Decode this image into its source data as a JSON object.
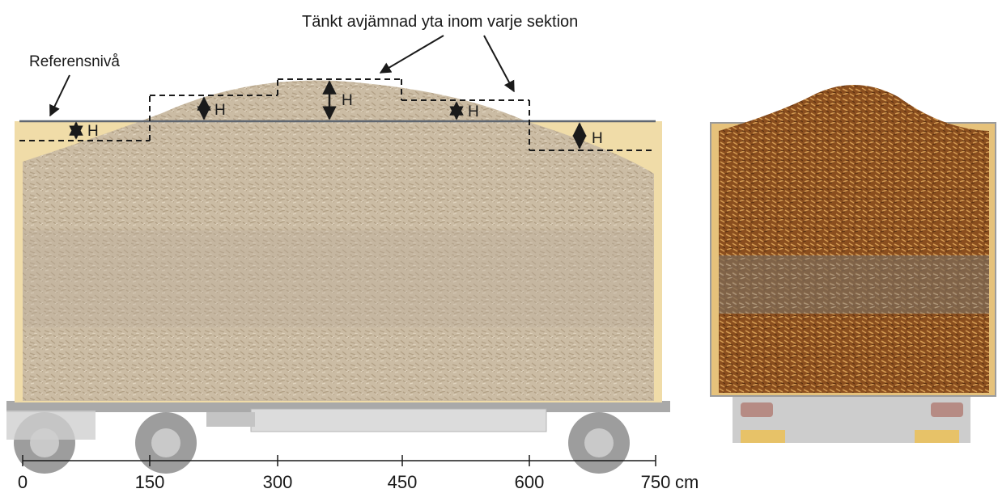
{
  "annotations": {
    "top_label": "Tänkt avjämnad yta inom varje sektion",
    "reference_label": "Referensnivå",
    "height_marker": "H"
  },
  "axis": {
    "ticks": [
      "0",
      "150",
      "300",
      "450",
      "600",
      "750"
    ],
    "unit": "cm"
  },
  "colors": {
    "chips_faded": "#c9b89e",
    "chips_faded_dark": "#a8967a",
    "chips_rich": "#8a4e1e",
    "chips_rich_light": "#c0813f",
    "container_frame": "#e9c57a",
    "trailer_gray": "#b9b9b9",
    "line": "#1a1a1a"
  }
}
